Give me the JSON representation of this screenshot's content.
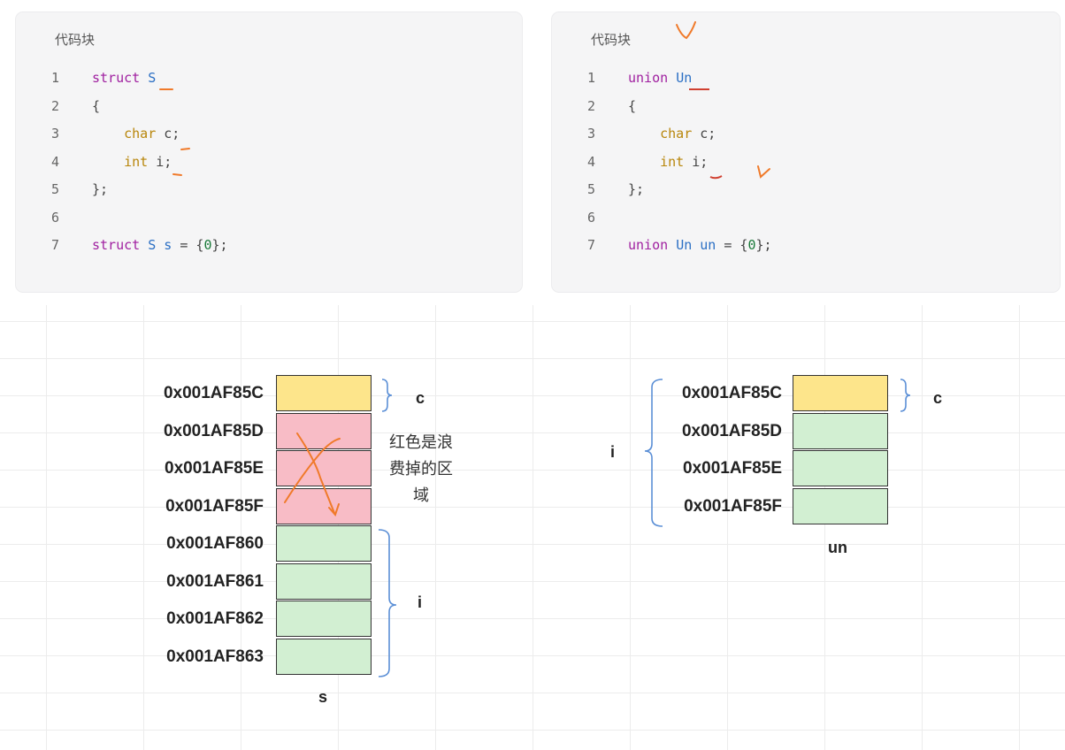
{
  "left_card": {
    "title": "代码块",
    "lines": [
      {
        "num": "1",
        "tokens": [
          {
            "t": "struct",
            "c": "kw"
          },
          {
            "t": " "
          },
          {
            "t": "S",
            "c": "id"
          }
        ]
      },
      {
        "num": "2",
        "tokens": [
          {
            "t": "{",
            "c": "pl"
          }
        ]
      },
      {
        "num": "3",
        "tokens": [
          {
            "t": "    "
          },
          {
            "t": "char",
            "c": "tp"
          },
          {
            "t": " c;",
            "c": "pl"
          }
        ]
      },
      {
        "num": "4",
        "tokens": [
          {
            "t": "    "
          },
          {
            "t": "int",
            "c": "tp"
          },
          {
            "t": " i;",
            "c": "pl"
          }
        ]
      },
      {
        "num": "5",
        "tokens": [
          {
            "t": "};",
            "c": "pl"
          }
        ]
      },
      {
        "num": "6",
        "tokens": []
      },
      {
        "num": "7",
        "tokens": [
          {
            "t": "struct",
            "c": "kw"
          },
          {
            "t": " "
          },
          {
            "t": "S",
            "c": "id"
          },
          {
            "t": " "
          },
          {
            "t": "s",
            "c": "id"
          },
          {
            "t": " = {",
            "c": "pl"
          },
          {
            "t": "0",
            "c": "nm"
          },
          {
            "t": "};",
            "c": "pl"
          }
        ]
      }
    ]
  },
  "right_card": {
    "title": "代码块",
    "lines": [
      {
        "num": "1",
        "tokens": [
          {
            "t": "union",
            "c": "kw"
          },
          {
            "t": " "
          },
          {
            "t": "Un",
            "c": "id"
          }
        ]
      },
      {
        "num": "2",
        "tokens": [
          {
            "t": "{",
            "c": "pl"
          }
        ]
      },
      {
        "num": "3",
        "tokens": [
          {
            "t": "    "
          },
          {
            "t": "char",
            "c": "tp"
          },
          {
            "t": " c;",
            "c": "pl"
          }
        ]
      },
      {
        "num": "4",
        "tokens": [
          {
            "t": "    "
          },
          {
            "t": "int",
            "c": "tp"
          },
          {
            "t": " i;",
            "c": "pl"
          }
        ]
      },
      {
        "num": "5",
        "tokens": [
          {
            "t": "};",
            "c": "pl"
          }
        ]
      },
      {
        "num": "6",
        "tokens": []
      },
      {
        "num": "7",
        "tokens": [
          {
            "t": "union",
            "c": "kw"
          },
          {
            "t": " "
          },
          {
            "t": "Un",
            "c": "id"
          },
          {
            "t": " "
          },
          {
            "t": "un",
            "c": "id"
          },
          {
            "t": " = {",
            "c": "pl"
          },
          {
            "t": "0",
            "c": "nm"
          },
          {
            "t": "};",
            "c": "pl"
          }
        ]
      }
    ]
  },
  "struct_diagram": {
    "addresses": [
      "0x001AF85C",
      "0x001AF85D",
      "0x001AF85E",
      "0x001AF85F",
      "0x001AF860",
      "0x001AF861",
      "0x001AF862",
      "0x001AF863"
    ],
    "cell_kinds": [
      "member-c",
      "padding",
      "padding",
      "padding",
      "member-i",
      "member-i",
      "member-i",
      "member-i"
    ],
    "label_c": "c",
    "label_i": "i",
    "note_line1": "红色是浪",
    "note_line2": "费掉的区",
    "note_line3": "域",
    "caption": "s"
  },
  "union_diagram": {
    "addresses": [
      "0x001AF85C",
      "0x001AF85D",
      "0x001AF85E",
      "0x001AF85F"
    ],
    "cell_kinds": [
      "member-c",
      "member-i",
      "member-i",
      "member-i"
    ],
    "label_c": "c",
    "label_i": "i",
    "caption": "un"
  },
  "colors": {
    "member_c": "#fde58b",
    "padding": "#f8bcc6",
    "member_i": "#d2efd2",
    "bracket": "#5b8fd6",
    "annotation": "#f07a2a"
  }
}
